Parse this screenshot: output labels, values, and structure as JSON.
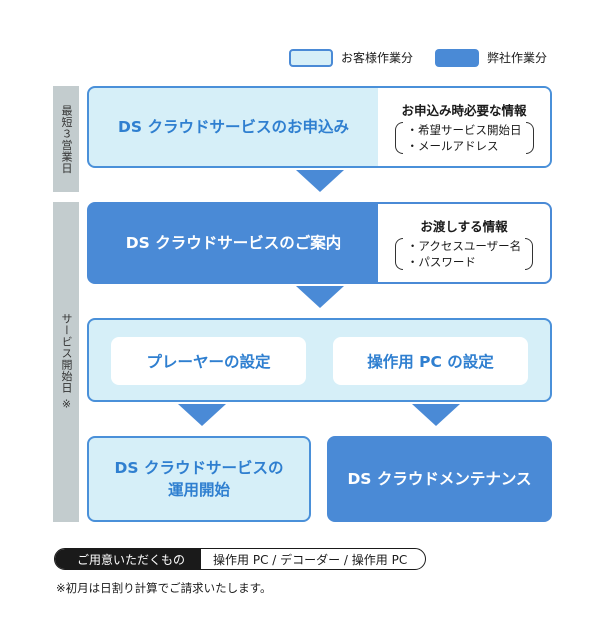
{
  "legend": {
    "customer": {
      "label": "お客様作業分",
      "color": "#d6eff8"
    },
    "company": {
      "label": "弊社作業分",
      "color": "#4a8ad6"
    }
  },
  "timeline": {
    "period_1": "最短３営業日",
    "period_2": "サービス開始日 ※"
  },
  "steps": {
    "apply": {
      "title": "DS クラウドサービスのお申込み",
      "info_title": "お申込み時必要な情報",
      "info_items": [
        "希望サービス開始日",
        "メールアドレス"
      ]
    },
    "guide": {
      "title": "DS クラウドサービスのご案内",
      "info_title": "お渡しする情報",
      "info_items": [
        "アクセスユーザー名",
        "パスワード"
      ]
    },
    "setup": {
      "player": "プレーヤーの設定",
      "pc": "操作用 PC の設定"
    },
    "start": {
      "line1": "DS クラウドサービスの",
      "line2": "運用開始"
    },
    "maintenance": "DS クラウドメンテナンス"
  },
  "preparation": {
    "label": "ご用意いただくもの",
    "value": "操作用 PC / デコーダー / 操作用 PC"
  },
  "footnote": "※初月は日割り計算でご請求いたします。",
  "colors": {
    "accent": "#4a8ad6",
    "light": "#d6eff8",
    "text_blue": "#2f7fd0",
    "timeline": "#c3ccce"
  }
}
